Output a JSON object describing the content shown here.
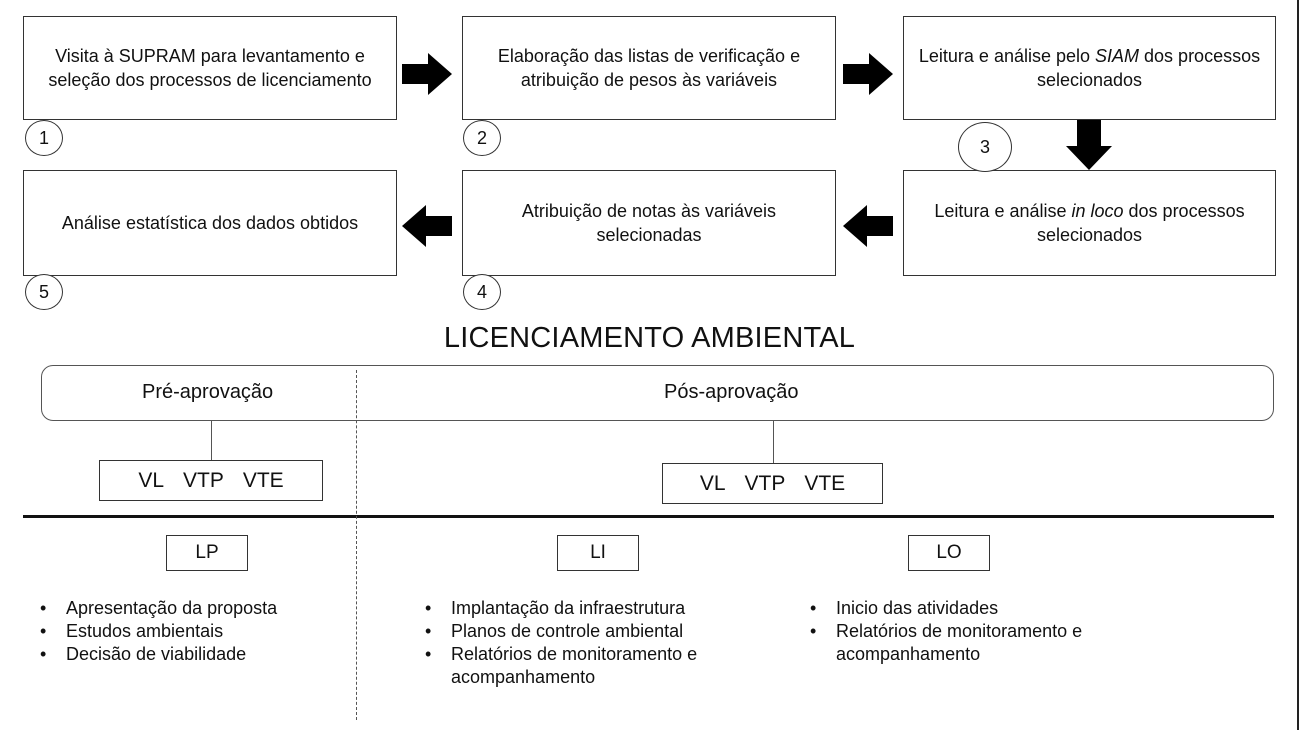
{
  "steps": [
    {
      "number": "1",
      "parts": [
        {
          "text": "Visita à SUPRAM para levantamento e seleção dos processos de licenciamento",
          "italic": false
        }
      ]
    },
    {
      "number": "2",
      "parts": [
        {
          "text": "Elaboração das listas de verificação e atribuição de pesos às variáveis",
          "italic": false
        }
      ]
    },
    {
      "number": "3",
      "parts": [
        {
          "text": "Leitura e análise pelo ",
          "italic": false
        },
        {
          "text": "SIAM",
          "italic": true
        },
        {
          "text": " dos processos selecionados",
          "italic": false
        }
      ]
    },
    {
      "number": "4",
      "parts": [
        {
          "text": "Atribuição de notas às variáveis selecionadas",
          "italic": false
        }
      ]
    },
    {
      "number": "5",
      "parts": [
        {
          "text": "Análise estatística dos dados obtidos",
          "italic": false
        }
      ]
    },
    {
      "number": "",
      "parts": [
        {
          "text": "Leitura e análise ",
          "italic": false
        },
        {
          "text": "in loco",
          "italic": true
        },
        {
          "text": " dos processos selecionados",
          "italic": false
        }
      ]
    }
  ],
  "licensing": {
    "title": "LICENCIAMENTO AMBIENTAL",
    "pre_phase": "Pré-aprovação",
    "post_phase": "Pós-aprovação",
    "variables": [
      "VL",
      "VTP",
      "VTE"
    ],
    "licenses": [
      {
        "code": "LP",
        "items": [
          "Apresentação da proposta",
          "Estudos ambientais",
          "Decisão de viabilidade"
        ]
      },
      {
        "code": "LI",
        "items": [
          "Implantação da infraestrutura",
          "Planos de controle ambiental",
          "Relatórios de monitoramento e acompanhamento"
        ]
      },
      {
        "code": "LO",
        "items": [
          "Inicio das atividades",
          "Relatórios de monitoramento e acompanhamento"
        ]
      }
    ]
  },
  "colors": {
    "stroke": "#333333",
    "arrow": "#000000",
    "background": "#ffffff"
  }
}
